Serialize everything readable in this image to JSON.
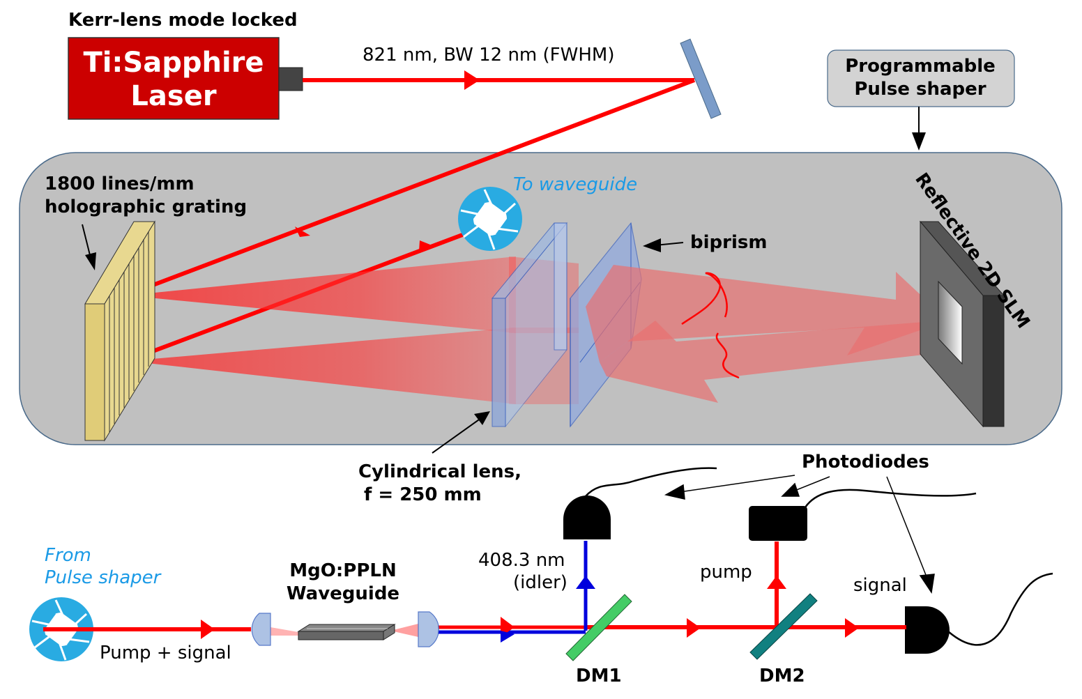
{
  "labels": {
    "kerr": "Kerr-lens mode locked",
    "laser_line1": "Ti:Sapphire",
    "laser_line2": "Laser",
    "beam_spec": "821 nm, BW 12 nm (FWHM)",
    "shaper_line1": "Programmable",
    "shaper_line2": "Pulse shaper",
    "grating_line1": "1800 lines/mm",
    "grating_line2": "holographic grating",
    "to_waveguide": "To waveguide",
    "biprism": "biprism",
    "slm": "Reflective 2D SLM",
    "cyl_line1": "Cylindrical lens,",
    "cyl_line2": "f = 250 mm",
    "photodiodes": "Photodiodes",
    "from_line1": "From",
    "from_line2": "Pulse shaper",
    "wg_line1": "MgO:PPLN",
    "wg_line2": "Waveguide",
    "idler_line1": "408.3 nm",
    "idler_line2": "(idler)",
    "pump": "pump",
    "signal": "signal",
    "pump_signal": "Pump + signal",
    "dm1": "DM1",
    "dm2": "DM2"
  },
  "colors": {
    "laser_box": "#cc0000",
    "beam": "#ff0000",
    "idler_beam": "#0000dd",
    "enclosure": "#c0c0c0",
    "shaper_box": "#d3d3d3",
    "grating": "#e8d890",
    "lens": "#9fb8e0",
    "iris": "#29abe2",
    "label_blue": "#1a9ae6",
    "dm1": "#44cc66",
    "dm2": "#118080",
    "mirror": "#7b9cc9",
    "slm_frame": "#555555",
    "detector": "#000000"
  }
}
